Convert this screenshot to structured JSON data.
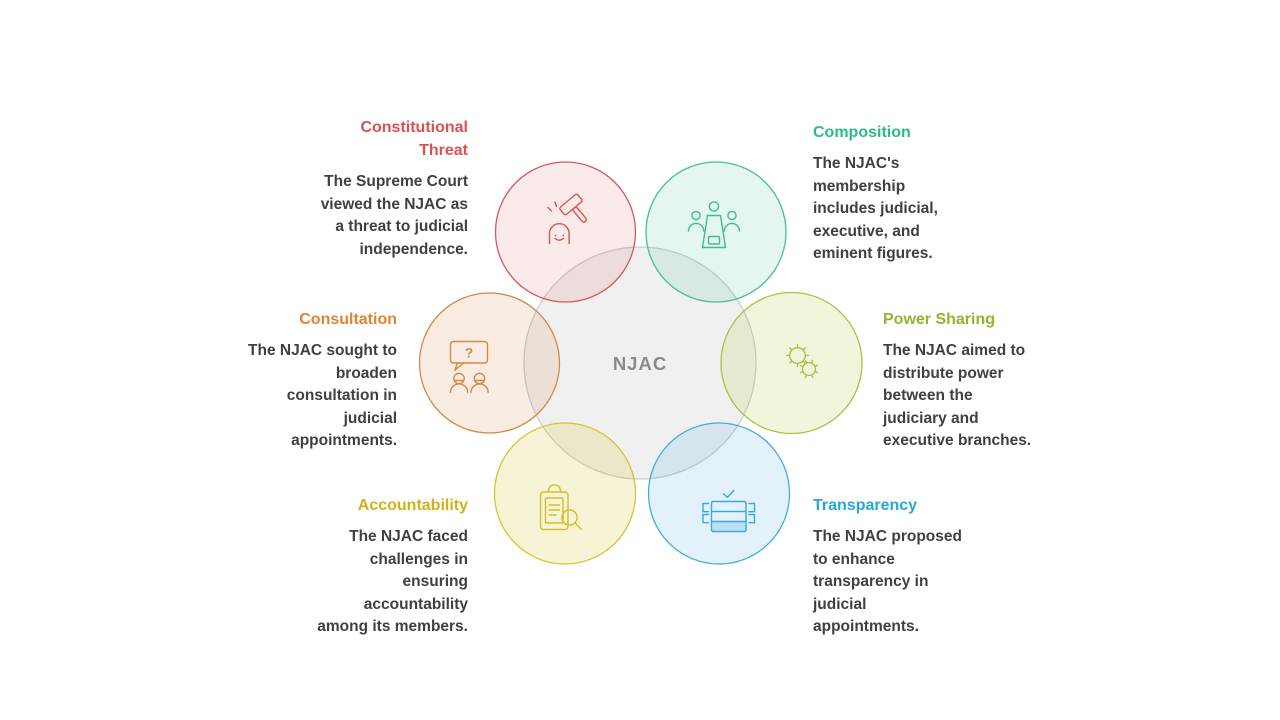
{
  "center": {
    "label": "NJAC"
  },
  "colors": {
    "background": "#ffffff",
    "center_circle_fill": "#f0f0f0",
    "center_circle_stroke": "#cccccc",
    "center_label_text": "#8a8a8a",
    "body_text": "#404040"
  },
  "icons": {
    "question_mark": "?"
  },
  "sections": [
    {
      "id": "constitutional-threat",
      "title": "Constitutional Threat",
      "accent": "#d9534f",
      "icon": "gavel-icon",
      "position": "top-left",
      "lines": [
        "The Supreme Court",
        "viewed the NJAC as",
        "a threat to judicial",
        "independence."
      ]
    },
    {
      "id": "composition",
      "title": "Composition",
      "accent": "#2eb98a",
      "icon": "meeting-icon",
      "position": "top-right",
      "lines": [
        "The NJAC's",
        "membership",
        "includes judicial,",
        "executive, and",
        "eminent figures."
      ]
    },
    {
      "id": "consultation",
      "title": "Consultation",
      "accent": "#dd8438",
      "icon": "question-discussion-icon",
      "position": "middle-left",
      "lines": [
        "The NJAC sought to",
        "broaden",
        "consultation in",
        "judicial",
        "appointments."
      ]
    },
    {
      "id": "power-sharing",
      "title": "Power Sharing",
      "accent": "#8fb62f",
      "icon": "gears-icon",
      "position": "middle-right",
      "lines": [
        "The NJAC aimed to",
        "distribute power",
        "between the",
        "judiciary and",
        "executive branches."
      ]
    },
    {
      "id": "accountability",
      "title": "Accountability",
      "accent": "#d2b117",
      "icon": "clipboard-search-icon",
      "position": "bottom-left",
      "lines": [
        "The NJAC faced",
        "challenges in",
        "ensuring",
        "accountability",
        "among its members."
      ]
    },
    {
      "id": "transparency",
      "title": "Transparency",
      "accent": "#2aa5d8",
      "icon": "ballot-box-check-icon",
      "position": "bottom-right",
      "lines": [
        "The NJAC proposed",
        "to enhance",
        "transparency in",
        "judicial",
        "appointments."
      ]
    }
  ]
}
